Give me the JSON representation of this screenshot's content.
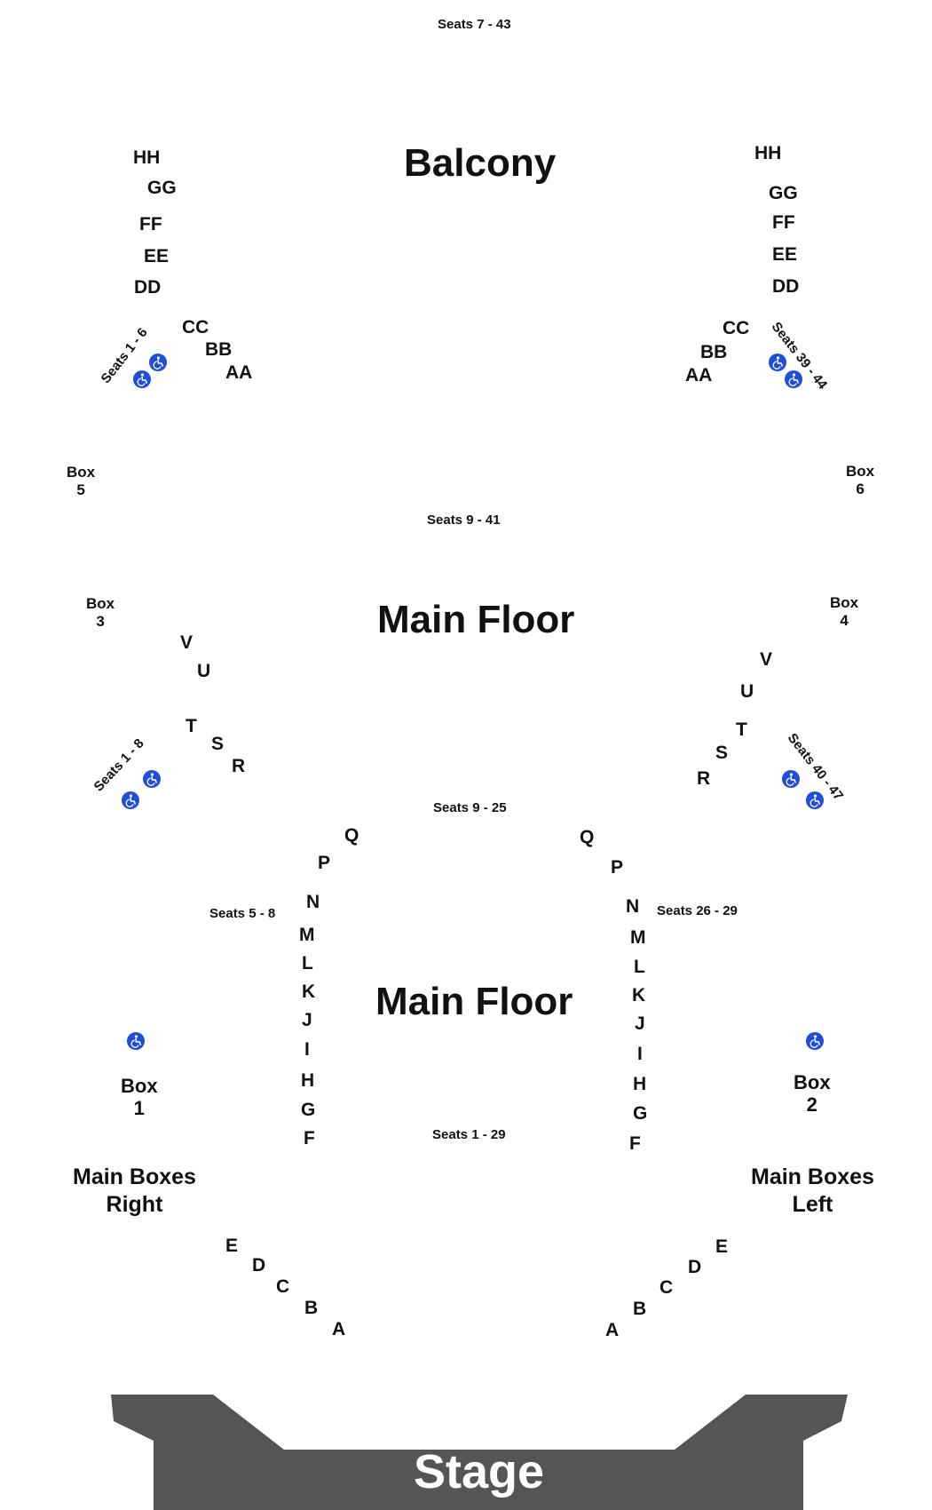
{
  "balcony": {
    "title": "Balcony",
    "seats_top": "Seats 7 - 43",
    "left_rows": [
      "HH",
      "GG",
      "FF",
      "EE",
      "DD",
      "CC",
      "BB",
      "AA"
    ],
    "right_rows": [
      "HH",
      "GG",
      "FF",
      "EE",
      "DD",
      "CC",
      "BB",
      "AA"
    ],
    "left_seats": "Seats 1 - 6",
    "right_seats": "Seats 39 - 44"
  },
  "boxes": {
    "box5": [
      "Box",
      "5"
    ],
    "box6": [
      "Box",
      "6"
    ],
    "box3": [
      "Box",
      "3"
    ],
    "box4": [
      "Box",
      "4"
    ],
    "box1": [
      "Box",
      "1"
    ],
    "box2": [
      "Box",
      "2"
    ]
  },
  "upper_main_floor": {
    "title": "Main Floor",
    "seats_top": "Seats 9 - 41",
    "left_rows": [
      "V",
      "U",
      "T",
      "S",
      "R"
    ],
    "right_rows": [
      "V",
      "U",
      "T",
      "S",
      "R"
    ],
    "left_seats": "Seats 1 - 8",
    "right_seats": "Seats 40 - 47"
  },
  "lower_main_floor": {
    "title": "Main Floor",
    "seats_top": "Seats 9 - 25",
    "seats_left": "Seats 5 - 8",
    "seats_right": "Seats 26 - 29",
    "seats_bottom": "Seats 1 -  29",
    "left_rows": [
      "Q",
      "P",
      "N",
      "M",
      "L",
      "K",
      "J",
      "I",
      "H",
      "G",
      "F"
    ],
    "right_rows": [
      "Q",
      "P",
      "N",
      "M",
      "L",
      "K",
      "J",
      "I",
      "H",
      "G",
      "F"
    ],
    "front_left_rows": [
      "E",
      "D",
      "C",
      "B",
      "A"
    ],
    "front_right_rows": [
      "E",
      "D",
      "C",
      "B",
      "A"
    ]
  },
  "main_boxes": {
    "right": [
      "Main Boxes",
      "Right"
    ],
    "left": [
      "Main Boxes",
      "Left"
    ]
  },
  "stage": {
    "label": "Stage",
    "color": "#555555"
  },
  "icons": {
    "accessible": "wheelchair-icon",
    "accessible_color": "#1f4ed8"
  }
}
